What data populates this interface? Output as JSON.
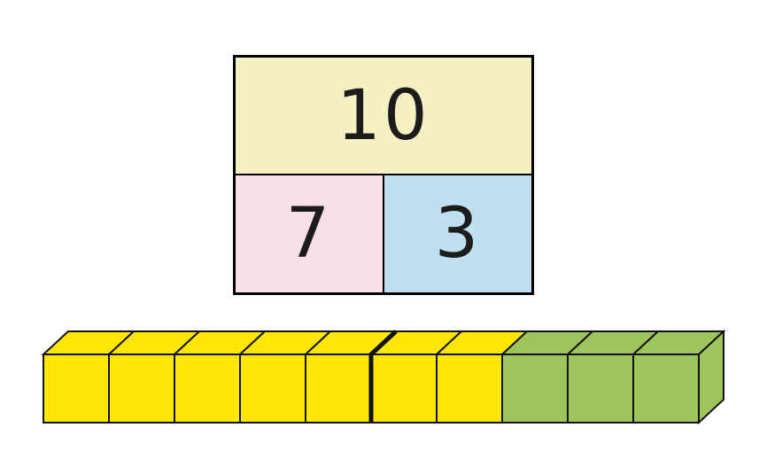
{
  "page": {
    "background": "#ffffff"
  },
  "part_whole_model": {
    "whole": {
      "label": "10",
      "fill": "#f6f1c2"
    },
    "parts": [
      {
        "label": "7",
        "fill": "#f8dfe8"
      },
      {
        "label": "3",
        "fill": "#c0dfef"
      }
    ],
    "border_color": "#000000",
    "text_color": "#1c1c1c"
  },
  "cube_bar": {
    "total_cubes": 10,
    "groups": [
      {
        "name": "yellow",
        "count": 7,
        "fill": "#ffe605"
      },
      {
        "name": "green",
        "count": 3,
        "fill": "#9dc55c"
      }
    ],
    "thick_divider_after_cube": 5,
    "outline_color": "#121212"
  }
}
